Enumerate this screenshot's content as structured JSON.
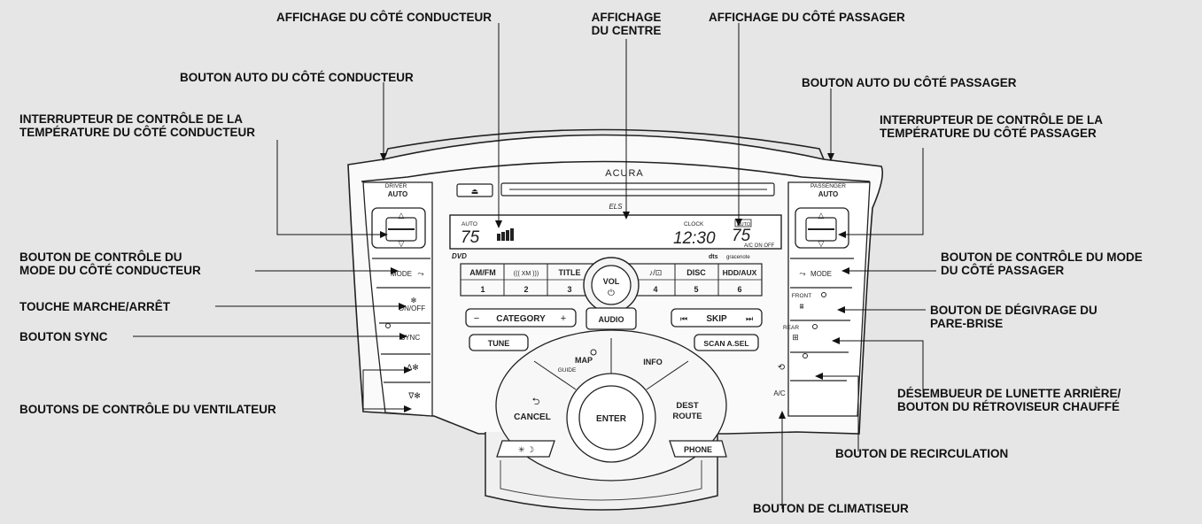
{
  "callouts": {
    "driver_display": "AFFICHAGE DU CÔTÉ CONDUCTEUR",
    "center_display": [
      "AFFICHAGE",
      "DU CENTRE"
    ],
    "passenger_display": "AFFICHAGE DU CÔTÉ PASSAGER",
    "driver_auto": "BOUTON AUTO DU CÔTÉ CONDUCTEUR",
    "passenger_auto": "BOUTON AUTO DU CÔTÉ PASSAGER",
    "driver_temp": [
      "INTERRUPTEUR DE CONTRÔLE DE LA",
      "TEMPÉRATURE DU CÔTÉ CONDUCTEUR"
    ],
    "passenger_temp": [
      "INTERRUPTEUR DE CONTRÔLE DE LA",
      "TEMPÉRATURE DU CÔTÉ PASSAGER"
    ],
    "driver_mode": [
      "BOUTON DE CONTRÔLE DU",
      "MODE DU CÔTÉ CONDUCTEUR"
    ],
    "passenger_mode": [
      "BOUTON DE CONTRÔLE DU MODE",
      "DU CÔTÉ PASSAGER"
    ],
    "on_off": "TOUCHE MARCHE/ARRÊT",
    "sync": "BOUTON SYNC",
    "fan": "BOUTONS DE CONTRÔLE DU VENTILATEUR",
    "defrost": [
      "BOUTON DE DÉGIVRAGE DU",
      "PARE-BRISE"
    ],
    "rear_defog": [
      "DÉSEMBUEUR DE LUNETTE ARRIÈRE/",
      "BOUTON DU RÉTROVISEUR CHAUFFÉ"
    ],
    "recirc": "BOUTON DE RECIRCULATION",
    "ac": "BOUTON DE CLIMATISEUR"
  },
  "panel": {
    "brand": "ACURA",
    "driver_label": "DRIVER",
    "passenger_label": "PASSENGER",
    "auto_label": "AUTO",
    "mode_label": "MODE",
    "on_off_label": "ON/OFF",
    "sync_label": "SYNC",
    "ac_label": "A/C",
    "front_label": "FRONT",
    "rear_label": "REAR",
    "display_auto": "AUTO",
    "display_left_temp": "75",
    "display_clock_label": "CLOCK",
    "display_clock": "12:30",
    "display_right_temp": "75",
    "display_ac_on_off": "A/C ON OFF",
    "display_auto_box": "AUTO",
    "presets": [
      {
        "top": "AM/FM",
        "num": "1"
      },
      {
        "top": "((( XM )))",
        "num": "2"
      },
      {
        "top": "TITLE",
        "num": "3"
      },
      {
        "top": "♪/⊡",
        "num": "4"
      },
      {
        "top": "DISC",
        "num": "5"
      },
      {
        "top": "HDD/AUX",
        "num": "6"
      }
    ],
    "vol_label": "VOL",
    "category_label": "CATEGORY",
    "audio_label": "AUDIO",
    "skip_label": "SKIP",
    "tune_label": "TUNE",
    "scan_label": "SCAN A.SEL",
    "map_label": "MAP",
    "guide_label": "GUIDE",
    "info_label": "INFO",
    "cancel_label": "CANCEL",
    "enter_label": "ENTER",
    "dest_label": "DEST",
    "route_label": "ROUTE",
    "phone_label": "PHONE",
    "dvd_label": "DVD",
    "dts_label": "dts",
    "gracenote_label": "gracenote",
    "els_label": "ELS"
  }
}
